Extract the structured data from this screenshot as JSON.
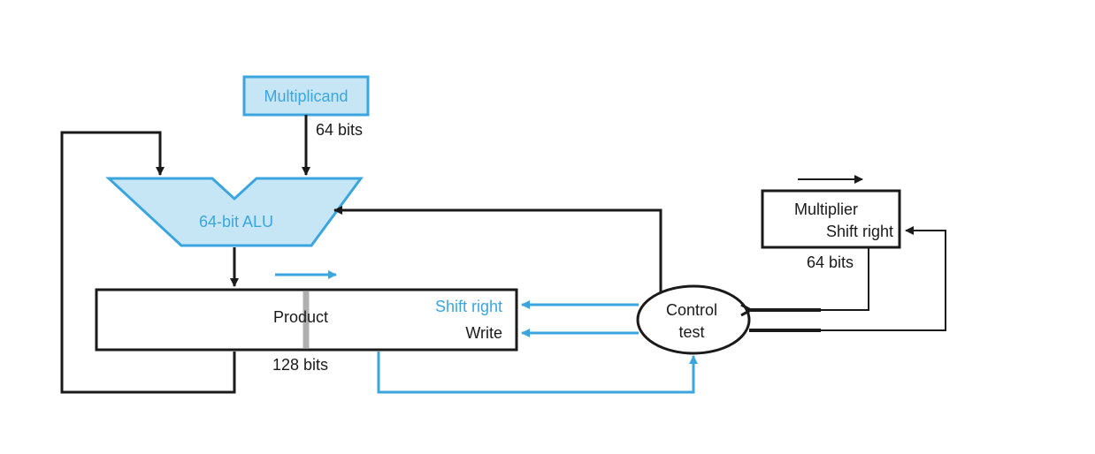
{
  "colors": {
    "blue": "#3aa6dd",
    "light_blue_fill": "#c7e6f5",
    "black": "#1a1a1a",
    "gray_divider": "#b0b0b0"
  },
  "multiplicand": {
    "label": "Multiplicand",
    "bits": "64 bits"
  },
  "alu": {
    "label": "64-bit ALU"
  },
  "product": {
    "label": "Product",
    "bits": "128 bits",
    "shift_right": "Shift right",
    "write": "Write"
  },
  "control": {
    "line1": "Control",
    "line2": "test"
  },
  "multiplier": {
    "label": "Multiplier",
    "shift_right": "Shift right",
    "bits": "64 bits"
  }
}
